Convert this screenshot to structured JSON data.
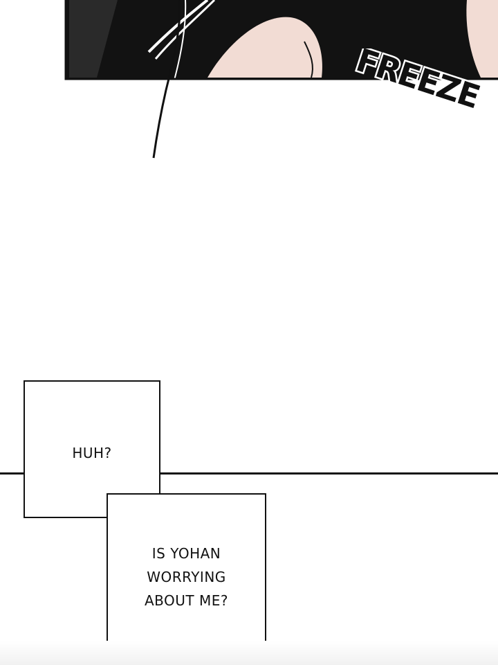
{
  "sfx": {
    "text": "FREEZE"
  },
  "captions": [
    {
      "text": "HUH?"
    },
    {
      "text": "IS YOHAN\nWORRYING\nABOUT ME?"
    }
  ],
  "colors": {
    "ink": "#111111",
    "skin": "#f2dcd4",
    "hair": "#121212"
  }
}
